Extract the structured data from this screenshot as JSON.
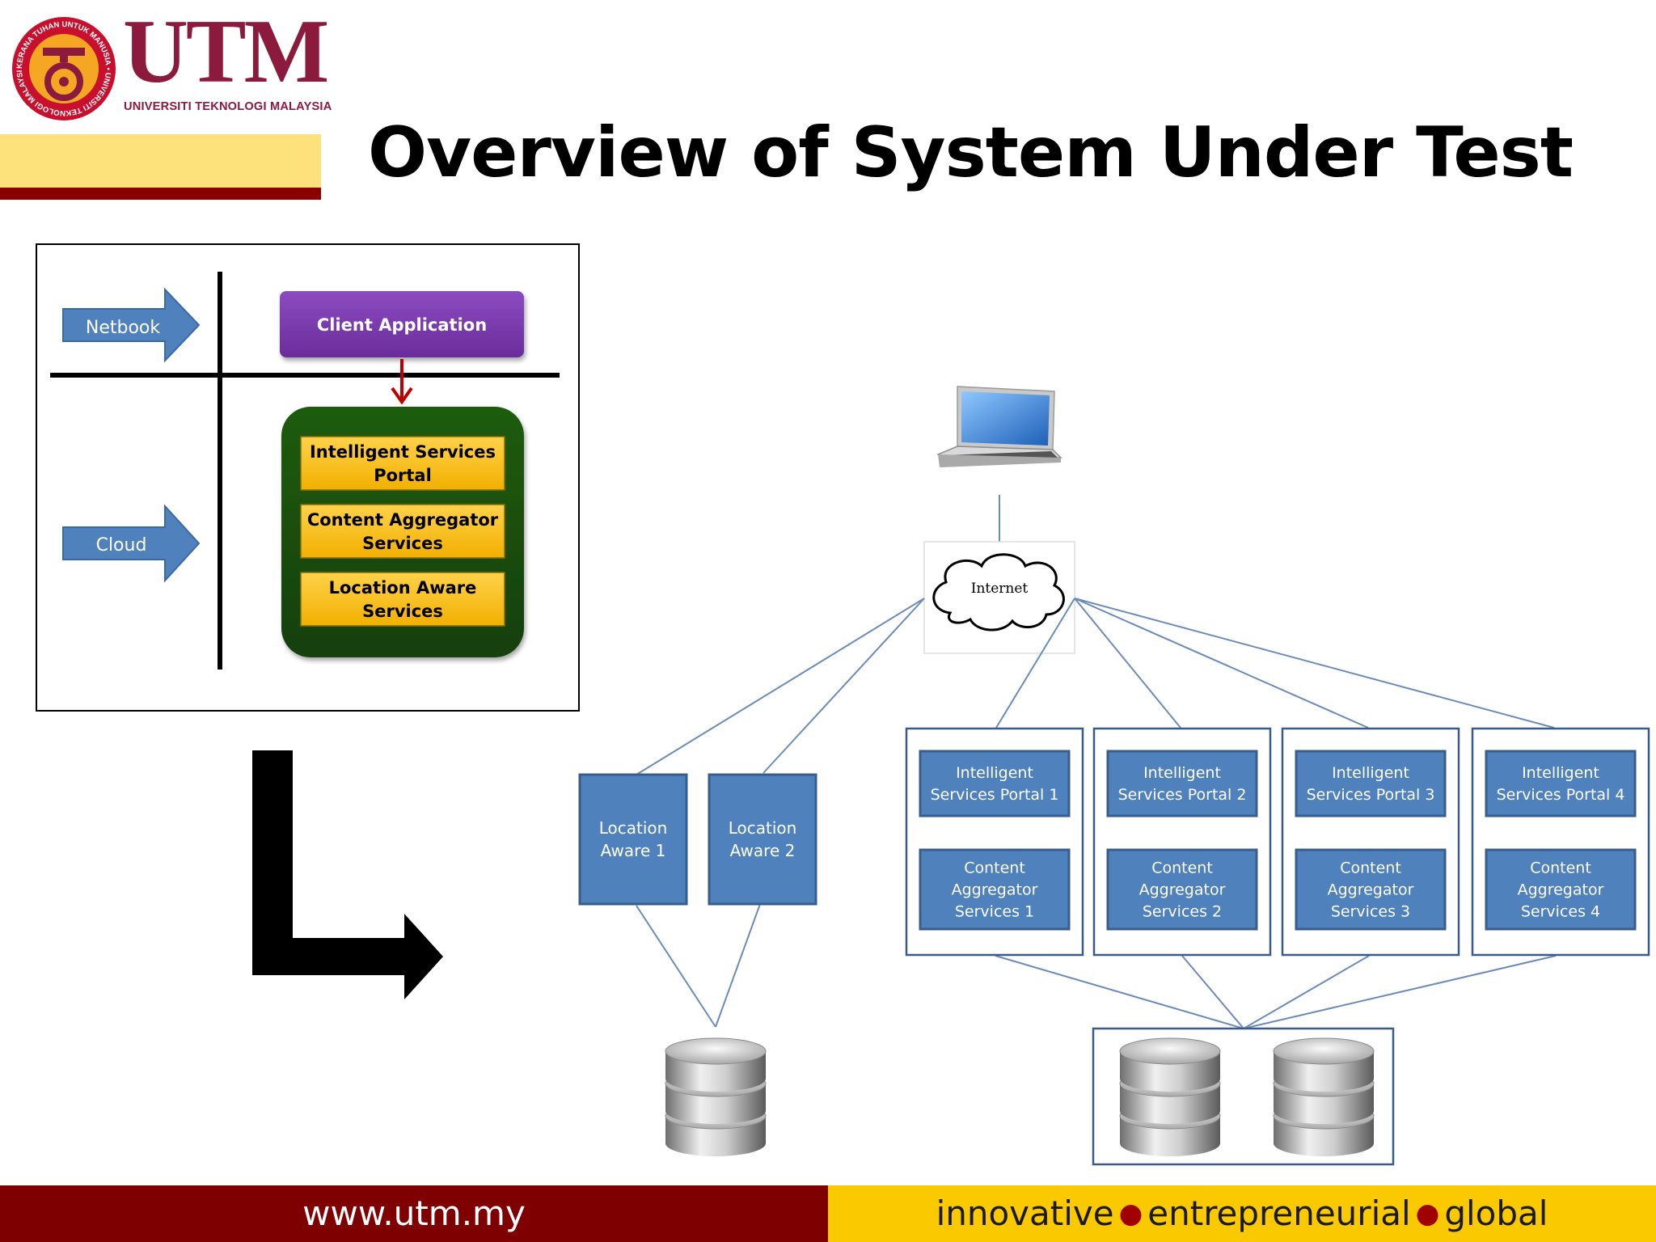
{
  "logo": {
    "wordmark": "UTM",
    "subtitle": "UNIVERSITI TEKNOLOGI MALAYSIA",
    "seal_text": "KERANA TUHAN UNTUK MANUSIA • UNIVERSITI TEKNOLOGI MALAYSIA •",
    "colors": {
      "maroon": "#8b1a3e",
      "seal_red": "#c8102e",
      "seal_gold": "#f5a623"
    }
  },
  "title": "Overview of System Under Test",
  "architecture": {
    "netbook_label": "Netbook",
    "cloud_label": "Cloud",
    "client_app_label": "Client Application",
    "cloud_services": [
      "Intelligent Services Portal",
      "Content Aggregator Services",
      "Location Aware Services"
    ],
    "colors": {
      "arrow_blue": "#4f81bd",
      "client_purple": "#7030a0",
      "cloud_green": "#1e4d0f",
      "service_yellow": "#ffc000",
      "red_arrow": "#c00000"
    }
  },
  "network": {
    "internet_label": "Internet",
    "location_aware": [
      "Location Aware 1",
      "Location Aware 2"
    ],
    "portals": [
      {
        "portal": "Intelligent Services Portal 1",
        "aggregator": "Content Aggregator Services 1"
      },
      {
        "portal": "Intelligent Services Portal 2",
        "aggregator": "Content Aggregator Services 2"
      },
      {
        "portal": "Intelligent Services Portal 3",
        "aggregator": "Content Aggregator Services 3"
      },
      {
        "portal": "Intelligent Services Portal 4",
        "aggregator": "Content Aggregator Services 4"
      }
    ],
    "colors": {
      "node_blue": "#4f81bd",
      "node_border": "#385d8a",
      "group_border": "#3a5a8a",
      "line": "#6b8cb8"
    }
  },
  "footer": {
    "url": "www.utm.my",
    "tagline": [
      "innovative",
      "entrepreneurial",
      "global"
    ],
    "colors": {
      "left": "#7f0000",
      "right": "#fbc900"
    }
  }
}
